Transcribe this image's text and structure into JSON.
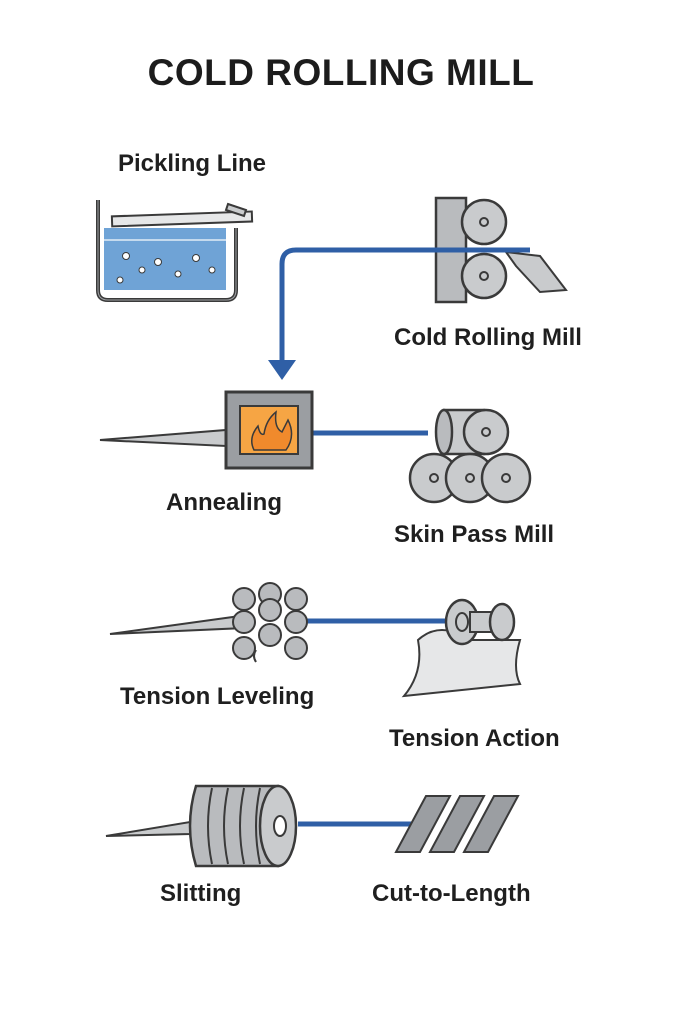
{
  "title": "COLD ROLLING MILL",
  "stages": {
    "pickling": "Pickling Line",
    "cold_rolling": "Cold Rolling Mill",
    "annealing": "Annealing",
    "skin_pass": "Skin Pass Mill",
    "tension_leveling": "Tension Leveling",
    "tension_action": "Tension Action",
    "slitting": "Slitting",
    "cut_to_length": "Cut-to-Length"
  },
  "colors": {
    "flow_line": "#2f5fa6",
    "steel_gray": "#b9bbbe",
    "outline": "#3a3a3a",
    "water": "#6fa3d6",
    "furnace_fire": "#f08a2c"
  }
}
